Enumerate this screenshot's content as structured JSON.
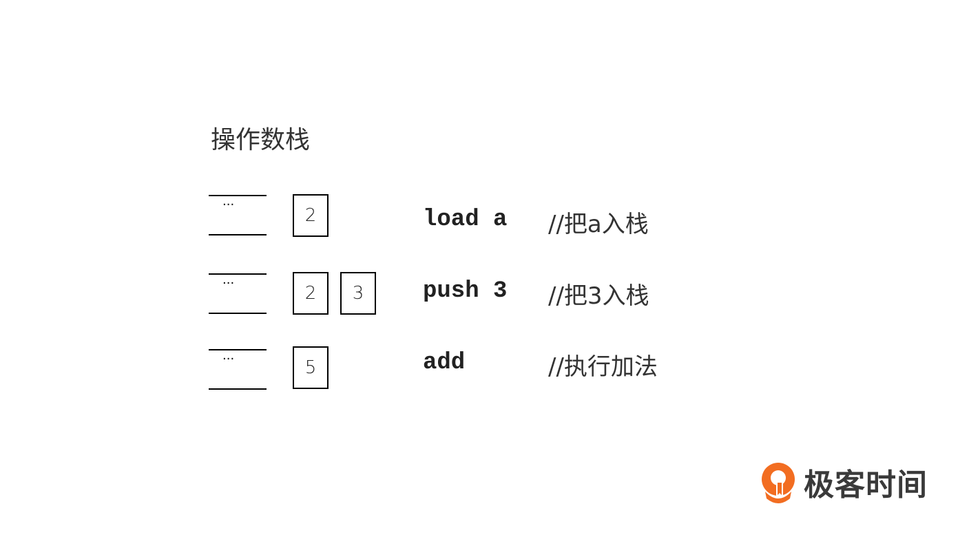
{
  "title": "操作数栈",
  "rows": [
    {
      "dots": "···",
      "cells": [
        "2"
      ],
      "code": "load a",
      "comment": "//把a入栈"
    },
    {
      "dots": "···",
      "cells": [
        "2",
        "3"
      ],
      "code": "push 3",
      "comment": "//把3入栈"
    },
    {
      "dots": "···",
      "cells": [
        "5"
      ],
      "code": "add",
      "comment": "//执行加法"
    }
  ],
  "logo": {
    "text": "极客时间",
    "color": "#f26d21",
    "icon": "geektime-logo-icon"
  }
}
